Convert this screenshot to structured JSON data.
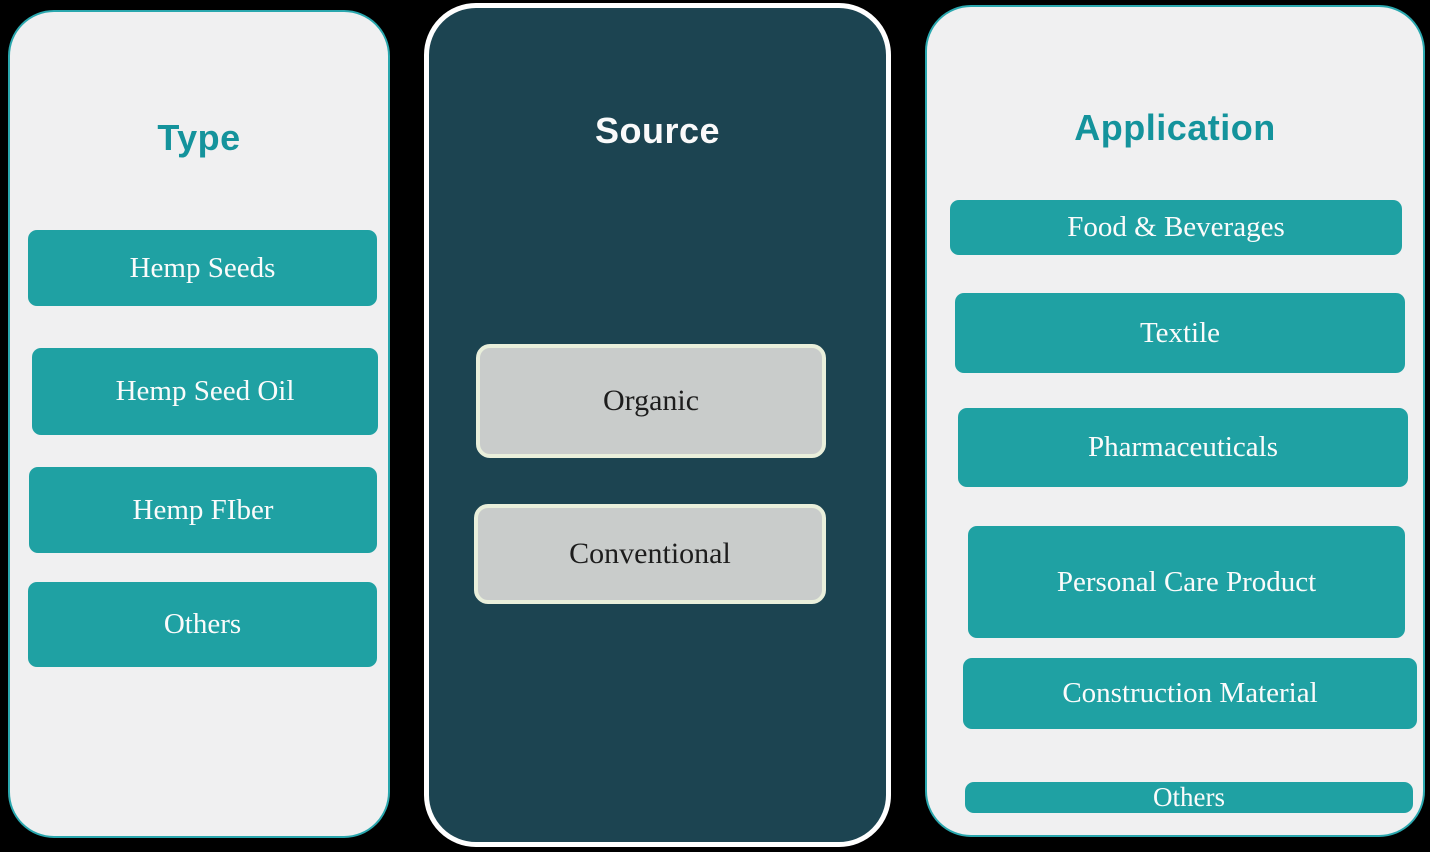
{
  "diagram": {
    "description": "Market segmentation diagram with three category columns",
    "columns": [
      {
        "title": "Type",
        "items": [
          {
            "label": "Hemp Seeds"
          },
          {
            "label": "Hemp Seed Oil"
          },
          {
            "label": "Hemp FIber"
          },
          {
            "label": "Others"
          }
        ]
      },
      {
        "title": "Source",
        "items": [
          {
            "label": "Organic"
          },
          {
            "label": "Conventional"
          }
        ]
      },
      {
        "title": "Application",
        "items": [
          {
            "label": "Food & Beverages"
          },
          {
            "label": "Textile"
          },
          {
            "label": "Pharmaceuticals"
          },
          {
            "label": "Personal Care Product"
          },
          {
            "label": "Construction Material"
          },
          {
            "label": "Others"
          }
        ]
      }
    ],
    "colors": {
      "page_background": "#000000",
      "light_card_background": "#f0f0f1",
      "light_card_border": "#2aa7ae",
      "dark_card_background": "#1c4451",
      "dark_card_border": "#ffffff",
      "teal_box_fill": "#1fa1a3",
      "teal_box_text": "#fbfbfb",
      "gray_box_fill": "#c9cccb",
      "gray_box_border": "#e9efdb",
      "gray_box_text": "#1d1d1d",
      "light_card_title": "#14939c",
      "dark_card_title": "#fafafa"
    }
  }
}
